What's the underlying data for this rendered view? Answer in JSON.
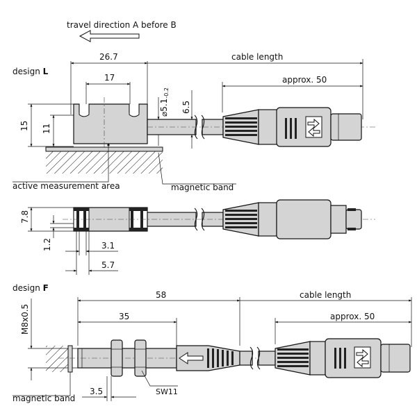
{
  "texts": {
    "travel_direction": "travel direction A before B",
    "design_l_prefix": "design",
    "design_l_letter": "L",
    "design_f_prefix": "design",
    "design_f_letter": "F",
    "dim_26_7": "26.7",
    "dim_17": "17",
    "cable_length_top": "cable length",
    "approx_50_top": "approx. 50",
    "dim_15": "15",
    "dim_11": "11",
    "dim_5_1": "5.1",
    "dim_5_1_tol": "-0.2",
    "dim_6_5": "6.5",
    "active_measurement_area": "active measurement area",
    "magnetic_band_top": "magnetic band",
    "dim_7_8": "7.8",
    "dim_1_2": "1.2",
    "dim_3_1": "3.1",
    "dim_5_7": "5.7",
    "dim_58": "58",
    "dim_35": "35",
    "cable_length_bottom": "cable length",
    "approx_50_bottom": "approx. 50",
    "thread_m8": "M8x0.5",
    "magnetic_band_bottom": "magnetic band",
    "dim_3_5": "3.5",
    "sw11": "SW11"
  }
}
